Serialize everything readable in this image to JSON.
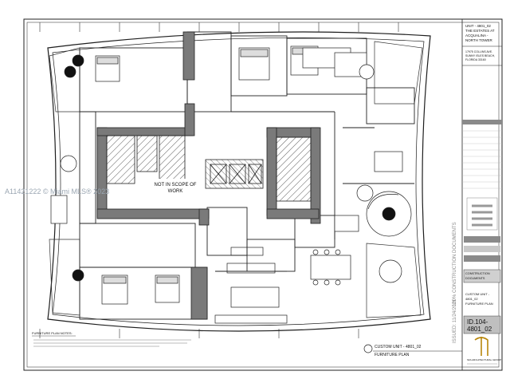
{
  "drawing": {
    "title_block": {
      "project_lines": [
        "UNIT - 4801_02",
        "THE ESTATES AT",
        "ACQUALINA -",
        "NORTH TOWER"
      ],
      "address_lines": [
        "17975 COLLINS AVE.",
        "SUNNY ISLES BEACH,",
        "FLORIDA 33160"
      ],
      "status_stamp": "100% CONSTRUCTION DOCUMENTS",
      "issue_stamp": "ISSUED: 11/24/2021",
      "stage_box": [
        "CONSTRUCTION",
        "DOCUMENTS"
      ],
      "sheet_desc": [
        "CUSTOM UNIT -",
        "4801_02",
        "FURNITURE PLAN"
      ],
      "sheet_number": [
        "ID.104-",
        "4801_02"
      ],
      "firm_name": "SFA ARCHITECTURAL GROUP"
    },
    "plan_title": [
      "CUSTOM UNIT - 4801_02",
      "FURNITURE PLAN"
    ],
    "scope_note": [
      "NOT IN SCOPE OF",
      "WORK"
    ],
    "plan_notes_title": "FURNITURE PLAN NOTES:",
    "watermark": "A11421222 © Miami MLS® 2023",
    "colors": {
      "ink": "#1e1e1e",
      "core_fill": "#7a7a7a",
      "stamp_gray": "#8a8a8a",
      "watermark": "#9aa6b2"
    }
  }
}
